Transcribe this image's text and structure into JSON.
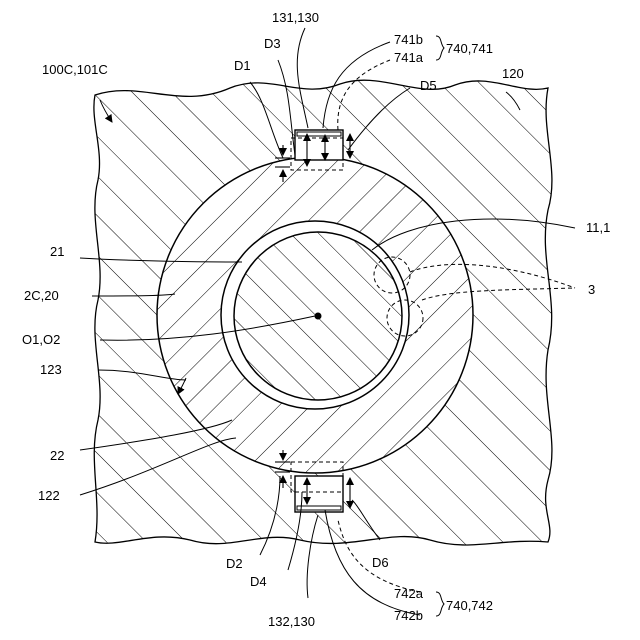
{
  "labels": {
    "l_131_130": "131,130",
    "l_741b": "741b",
    "l_741a": "741a",
    "l_740_741": "740,741",
    "l_d3": "D3",
    "l_d1": "D1",
    "l_100c": "100C,101C",
    "l_d5": "D5",
    "l_120": "120",
    "l_11_1": "11,1",
    "l_21": "21",
    "l_2c_20": "2C,20",
    "l_3": "3",
    "l_o1_o2": "O1,O2",
    "l_123": "123",
    "l_22": "22",
    "l_122": "122",
    "l_d2": "D2",
    "l_d4": "D4",
    "l_d6": "D6",
    "l_742a": "742a",
    "l_742b": "742b",
    "l_740_742": "740,742",
    "l_132_130": "132,130"
  }
}
